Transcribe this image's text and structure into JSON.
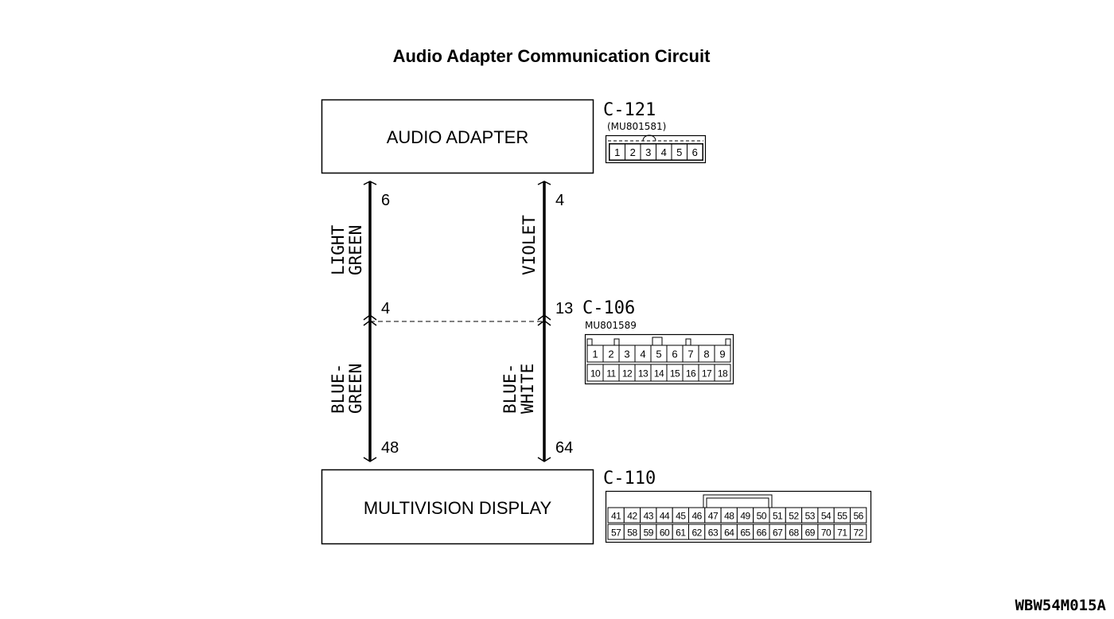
{
  "title": "Audio Adapter Communication Circuit",
  "components": {
    "top": {
      "label": "AUDIO ADAPTER"
    },
    "bottom": {
      "label": "MULTIVISION DISPLAY"
    }
  },
  "connectors": {
    "c121": {
      "id": "C-121",
      "part": "(MU801581)",
      "pins": [
        "1",
        "2",
        "3",
        "4",
        "5",
        "6"
      ]
    },
    "c106": {
      "id": "C-106",
      "part": "MU801589",
      "row1": [
        "1",
        "2",
        "3",
        "4",
        "5",
        "6",
        "7",
        "8",
        "9"
      ],
      "row2": [
        "10",
        "11",
        "12",
        "13",
        "14",
        "15",
        "16",
        "17",
        "18"
      ]
    },
    "c110": {
      "id": "C-110",
      "row1": [
        "41",
        "42",
        "43",
        "44",
        "45",
        "46",
        "47",
        "48",
        "49",
        "50",
        "51",
        "52",
        "53",
        "54",
        "55",
        "56"
      ],
      "row2": [
        "57",
        "58",
        "59",
        "60",
        "61",
        "62",
        "63",
        "64",
        "65",
        "66",
        "67",
        "68",
        "69",
        "70",
        "71",
        "72"
      ]
    }
  },
  "wires": {
    "left": {
      "top_pin": "6",
      "mid_pin": "4",
      "bottom_pin": "48",
      "upper_color": [
        "LIGHT",
        "GREEN"
      ],
      "lower_color": [
        "BLUE-",
        "GREEN"
      ]
    },
    "right": {
      "top_pin": "4",
      "mid_pin": "13",
      "bottom_pin": "64",
      "upper_color": [
        "VIOLET"
      ],
      "lower_color": [
        "BLUE-",
        "WHITE"
      ]
    }
  },
  "figure_code": "WBW54M015A"
}
